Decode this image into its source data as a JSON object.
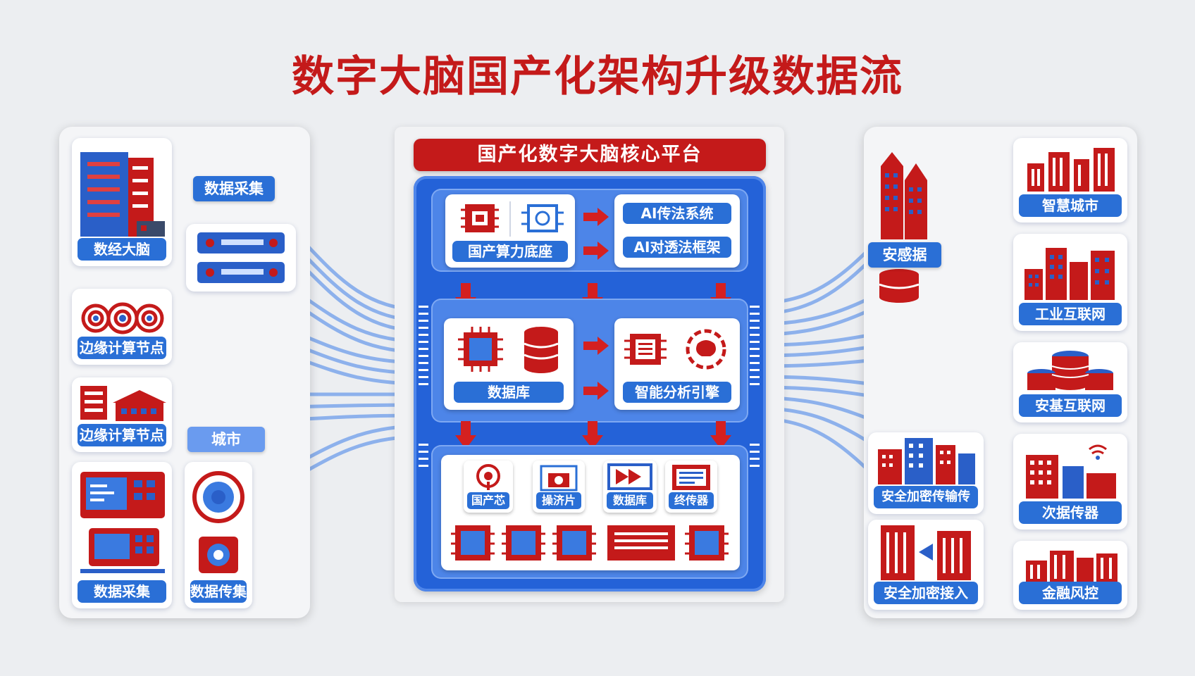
{
  "title": "数字大脑国产化架构升级数据流",
  "center": {
    "header": "国产化数字大脑核心平台",
    "tier1": {
      "left_label": "国产算力底座",
      "right_top": "AI传法系统",
      "right_bottom": "AI对透法框架"
    },
    "tier2": {
      "left_label": "数据库",
      "right_label": "智能分析引擎"
    },
    "tier3": {
      "modules": [
        "国产芯",
        "操济片",
        "数据库",
        "终传器"
      ]
    }
  },
  "left": {
    "cards": [
      {
        "label": "数经大脑",
        "icon": "server-tower-icon"
      },
      {
        "label": "边缘计算节点",
        "icon": "radar-nodes-icon"
      },
      {
        "label": "边缘计算节点",
        "icon": "factory-icon"
      },
      {
        "label": "数据采集",
        "icon": "terminal-icon"
      },
      {
        "label": "数据传集",
        "icon": "sensor-icon"
      }
    ],
    "tags": [
      "数据采集",
      "城市"
    ]
  },
  "right": {
    "cards": [
      {
        "label": "智慧城市",
        "icon": "city-icon"
      },
      {
        "label": "工业互联网",
        "icon": "industry-icon"
      },
      {
        "label": "安基互联网",
        "icon": "database-cluster-icon"
      },
      {
        "label": "次据传器",
        "icon": "building-wifi-icon"
      },
      {
        "label": "金融风控",
        "icon": "finance-building-icon"
      }
    ],
    "mid_cards": [
      {
        "label": "安全加密传输传",
        "icon": "buildings-icon"
      },
      {
        "label": "安全加密接入",
        "icon": "secure-building-icon"
      }
    ],
    "tag": "安感据"
  },
  "colors": {
    "brand_red": "#c41a1a",
    "brand_blue": "#2462d8",
    "flow_blue": "#3f7fe8",
    "panel_bg": "#f4f5f7"
  }
}
